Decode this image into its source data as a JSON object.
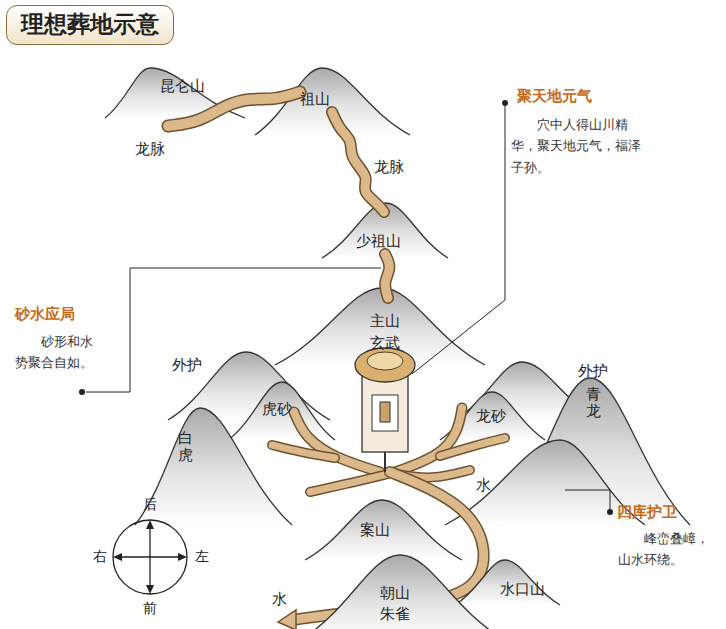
{
  "diagram": {
    "title": "理想葬地示意",
    "labels": [
      "昆仑山",
      "祖山",
      "龙脉",
      "龙脉",
      "聚天地元气",
      "穴中人得山川精华，聚天地元气，福泽子孙。",
      "少祖山",
      "砂水应局",
      "砂形和水势聚合自如。",
      "主山",
      "玄武",
      "外护",
      "外护",
      "虎砂",
      "龙砂",
      "青龙",
      "白虎",
      "水",
      "四库护卫",
      "峰峦叠嶂，山水环绕。",
      "后",
      "右",
      "左",
      "案山",
      "水口山",
      "水",
      "朝山",
      "朱雀",
      "前"
    ]
  }
}
